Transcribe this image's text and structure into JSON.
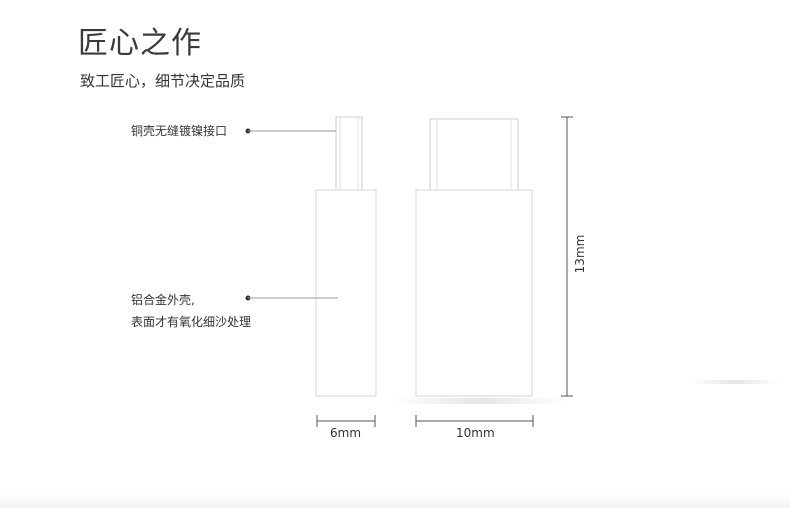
{
  "header": {
    "title": "匠心之作",
    "subtitle": "致工匠心，细节决定品质"
  },
  "callouts": {
    "connector": "铜壳无缝镀镍接口",
    "shell_line1": "铝合金外壳,",
    "shell_line2": "表面才有氧化细沙处理"
  },
  "dimensions": {
    "side_width": "6mm",
    "front_width": "10mm",
    "height": "13mm"
  }
}
